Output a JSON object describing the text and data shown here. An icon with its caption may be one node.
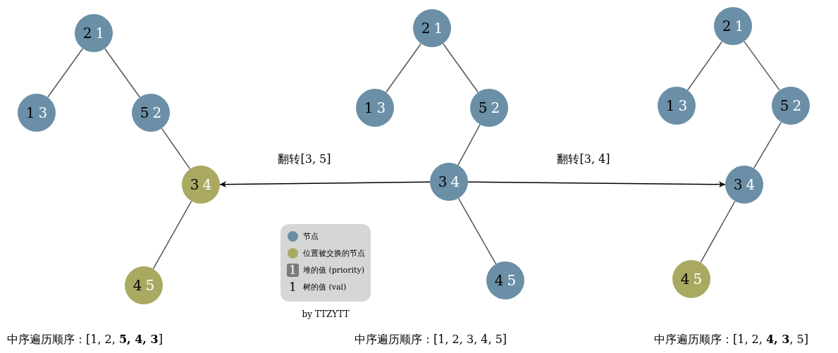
{
  "diagram": {
    "nodes": [
      {
        "text": [
          "2",
          "1"
        ]
      },
      {
        "text": [
          "1",
          "3"
        ]
      },
      {
        "text": [
          "5",
          "2"
        ]
      },
      {
        "text": [
          "3",
          "4"
        ]
      },
      {
        "text": [
          "4",
          "5"
        ]
      },
      {
        "text": [
          "2",
          "1"
        ]
      },
      {
        "text": [
          "1",
          "3"
        ]
      },
      {
        "text": [
          "5",
          "2"
        ]
      },
      {
        "text": [
          "3",
          "4"
        ]
      },
      {
        "text": [
          "4",
          "5"
        ]
      },
      {
        "text": [
          "2",
          "1"
        ]
      },
      {
        "text": [
          "1",
          "3"
        ]
      },
      {
        "text": [
          "5",
          "2"
        ]
      },
      {
        "text": [
          "3",
          "4"
        ]
      },
      {
        "text": [
          "4",
          "5"
        ]
      }
    ],
    "edges": [
      {
        "from": 0,
        "to": 1,
        "arrow": "none"
      },
      {
        "from": 0,
        "to": 2,
        "arrow": "none"
      },
      {
        "from": 2,
        "to": 3,
        "arrow": "none"
      },
      {
        "from": 3,
        "to": 4,
        "arrow": "none"
      },
      {
        "from": 5,
        "to": 6,
        "arrow": "none"
      },
      {
        "from": 5,
        "to": 7,
        "arrow": "none"
      },
      {
        "from": 7,
        "to": 8,
        "arrow": "none"
      },
      {
        "from": 8,
        "to": 9,
        "arrow": "none"
      },
      {
        "from": 10,
        "to": 11,
        "arrow": "none"
      },
      {
        "from": 10,
        "to": 12,
        "arrow": "none"
      },
      {
        "from": 12,
        "to": 13,
        "arrow": "none"
      },
      {
        "from": 13,
        "to": 14,
        "arrow": "none"
      },
      {
        "from": 8,
        "to": 3,
        "arrow": "to",
        "label": "翻转[3, 5]"
      },
      {
        "from": 8,
        "to": 13,
        "arrow": "to",
        "label": "翻转[3, 4]"
      }
    ],
    "labels": [
      "中序遍历顺序：[1, 2, **5, 4, 3**]",
      "中序遍历顺序：[1, 2, 3, 4, 5]",
      "中序遍历顺序：[1, 2, **4, 3**, 5]",
      "1",
      "1",
      "by TTZYTT"
    ],
    "legend": [
      {
        "text": "节点",
        "color": "#6a8fa6"
      },
      {
        "text": "位置被交换的节点",
        "color": "#a9a962"
      },
      {
        "text": "堆的值 (priority)"
      },
      {
        "text": "树的值 (val)"
      }
    ]
  }
}
